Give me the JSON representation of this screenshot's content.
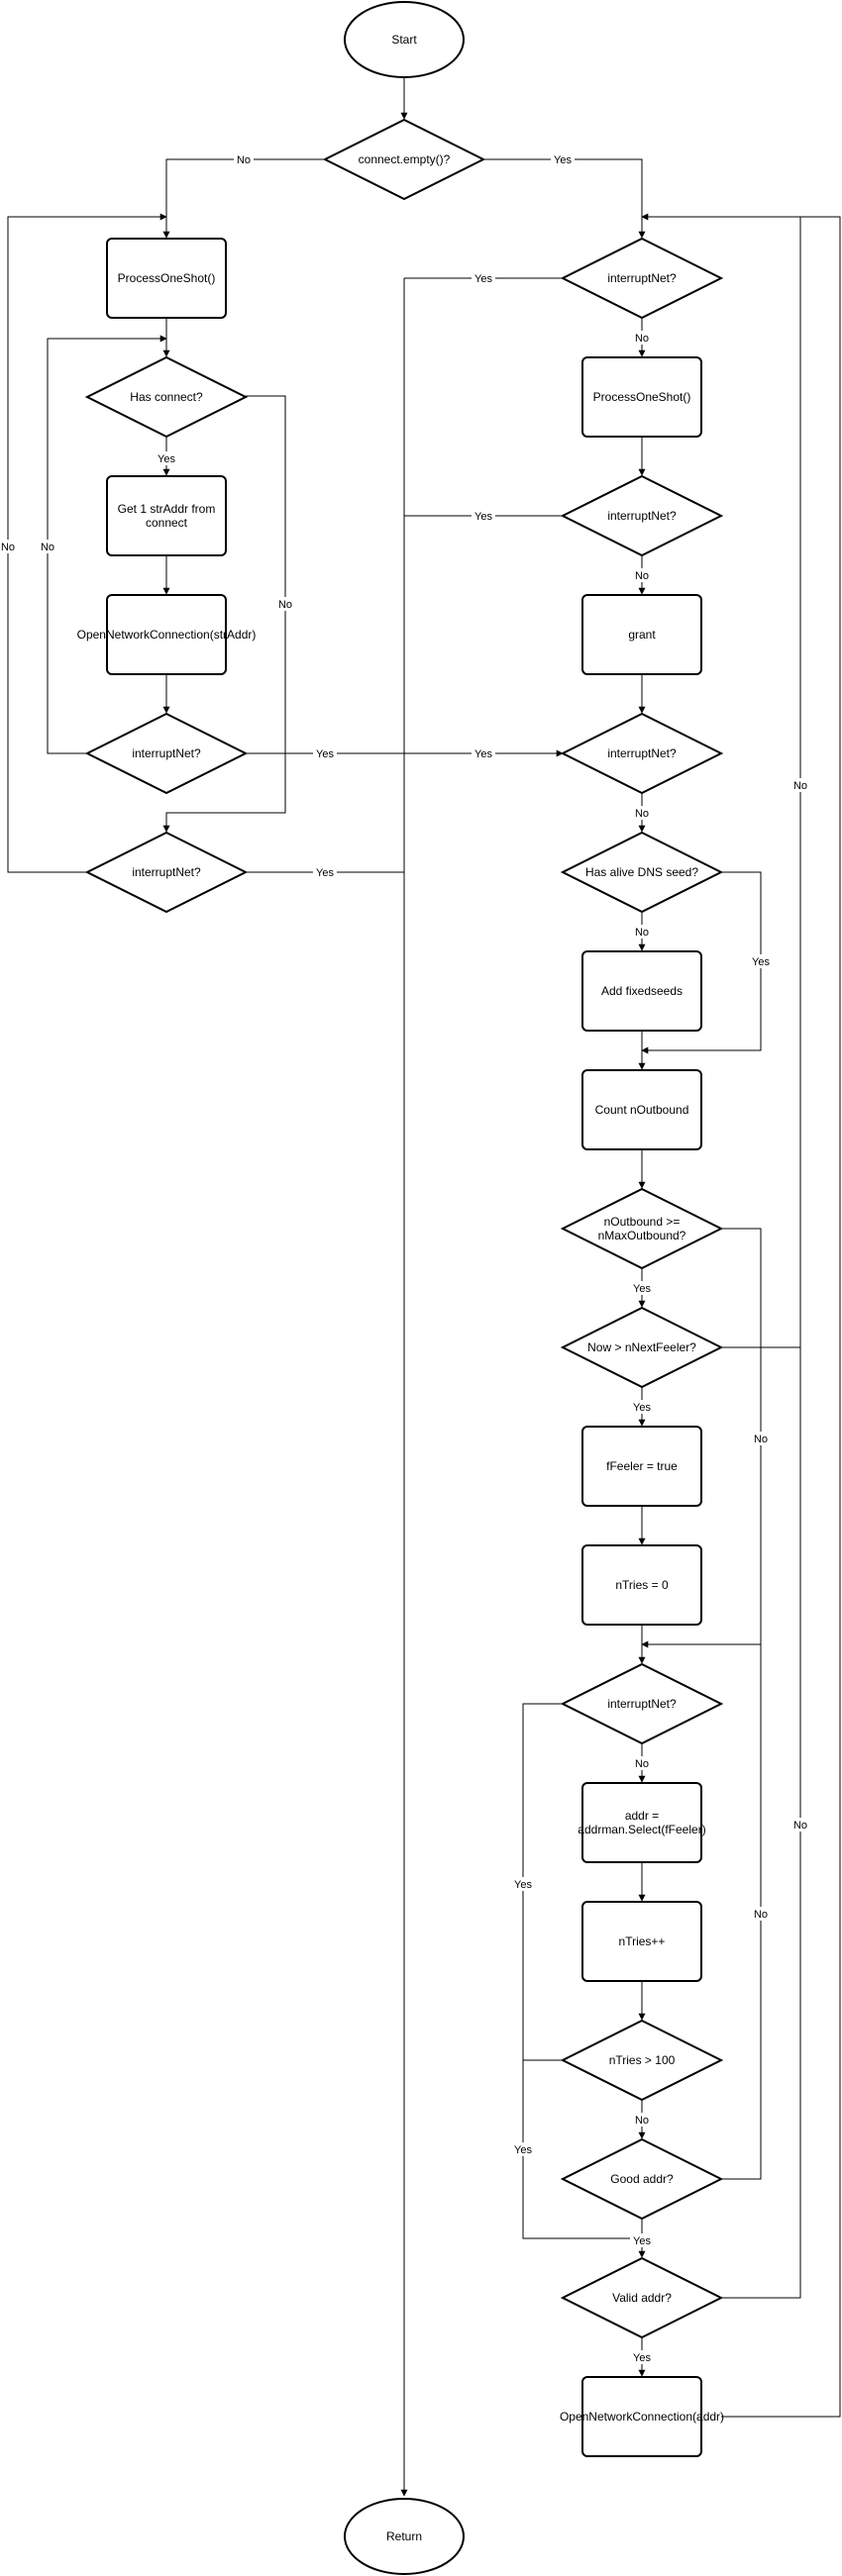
{
  "nodes": {
    "start": "Start",
    "connect_empty": "connect.empty()?",
    "process_one_shot_left": "ProcessOneShot()",
    "has_connect": "Has connect?",
    "get_straddr_1": "Get 1 strAddr from",
    "get_straddr_2": "connect",
    "open_conn_straddr": "OpenNetworkConnection(strAddr)",
    "interrupt_left_1": "interruptNet?",
    "interrupt_left_2": "interruptNet?",
    "interrupt_right_1": "interruptNet?",
    "process_one_shot_right": "ProcessOneShot()",
    "interrupt_right_2": "interruptNet?",
    "grant": "grant",
    "interrupt_right_3": "interruptNet?",
    "dns_seed": "Has alive DNS seed?",
    "add_fixedseeds": "Add fixedseeds",
    "count_outbound": "Count nOutbound",
    "max_outbound_1": "nOutbound >=",
    "max_outbound_2": "nMaxOutbound?",
    "next_feeler": "Now > nNextFeeler?",
    "feeler_true": "fFeeler = true",
    "ntries_zero": "nTries = 0",
    "interrupt_right_4": "interruptNet?",
    "addr_select_1": "addr =",
    "addr_select_2": "addrman.Select(fFeeler)",
    "ntries_inc": "nTries++",
    "ntries_gt": "nTries > 100",
    "good_addr": "Good addr?",
    "valid_addr": "Valid addr?",
    "open_conn_addr": "OpenNetworkConnection(addr)",
    "return": "Return"
  },
  "edge_labels": {
    "yes": "Yes",
    "no": "No"
  }
}
